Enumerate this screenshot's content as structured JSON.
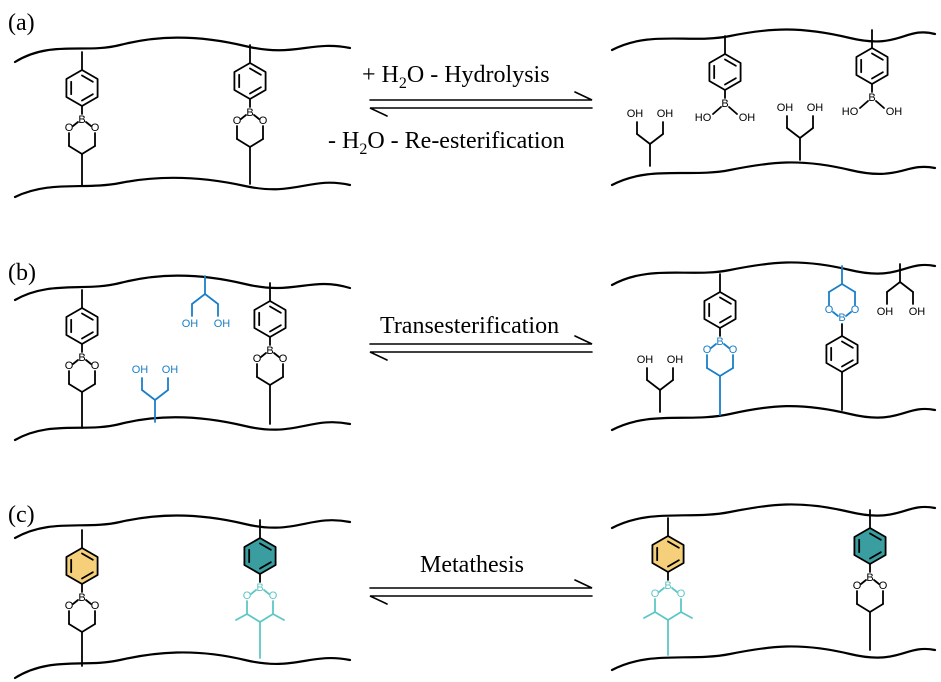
{
  "colors": {
    "black": "#000000",
    "blue": "#1a7fc8",
    "teal": "#5fc6c6",
    "ring_yellow": "#f5cf7a",
    "ring_teal": "#3a9ea0"
  },
  "atoms": {
    "boron": "B",
    "oxygen": "O",
    "hydroxyl": "OH",
    "hydroxyl_left": "HO"
  },
  "panels": {
    "a": {
      "label": "(a)",
      "forward_prefix": "+ H",
      "forward_sub": "2",
      "forward_suffix": "O  - Hydrolysis",
      "reverse_prefix": "- H",
      "reverse_sub": "2",
      "reverse_suffix": "O  - Re-esterification"
    },
    "b": {
      "label": "(b)",
      "reaction": "Transesterification"
    },
    "c": {
      "label": "(c)",
      "reaction": "Metathesis"
    }
  }
}
